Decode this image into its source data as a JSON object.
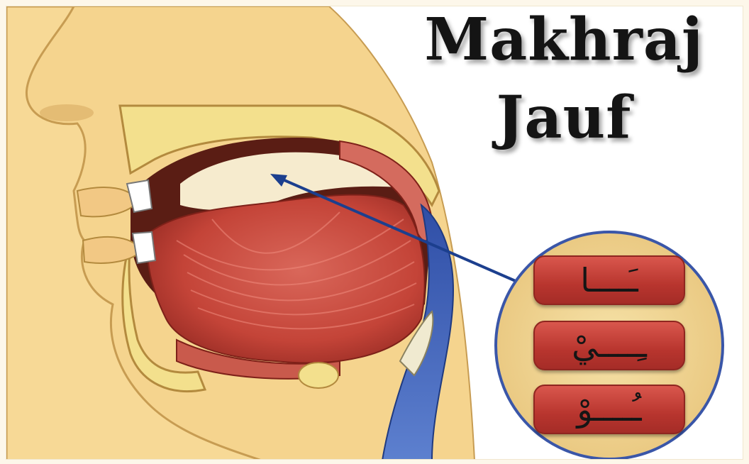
{
  "title": {
    "line1": "Makhraj",
    "line2": "Jauf"
  },
  "letters": [
    {
      "text": "ـَــــا"
    },
    {
      "text": "ـِــــيْ"
    },
    {
      "text": "ـُــــوْ"
    }
  ],
  "colors": {
    "skin": "#f5d48e",
    "bone": "#f7e69a",
    "tongue": "#c94a3f",
    "airway": "#3f5fb5",
    "arrow": "#1c3f8e",
    "pill": "#c0403a",
    "circle_border": "#3a56a8"
  }
}
